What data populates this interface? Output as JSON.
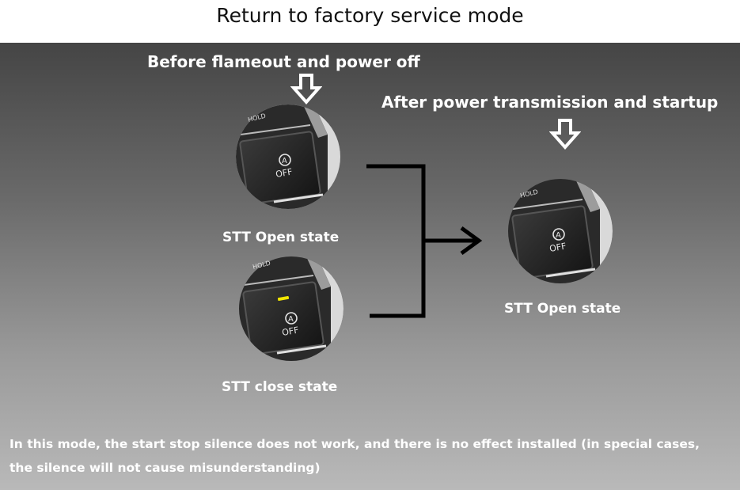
{
  "title": "Return to factory service mode",
  "before_heading": "Before flameout and power off",
  "after_heading": "After power transmission and startup",
  "buttons": [
    {
      "state_label": "STT Open state",
      "hold_text": "HOLD",
      "icon_letter": "A",
      "icon_off": "OFF",
      "indicator_lit": false
    },
    {
      "state_label": "STT close state",
      "hold_text": "HOLD",
      "icon_letter": "A",
      "icon_off": "OFF",
      "indicator_lit": true
    },
    {
      "state_label": "STT Open state",
      "hold_text": "HOLD",
      "icon_letter": "A",
      "icon_off": "OFF",
      "indicator_lit": false
    }
  ],
  "note": "In this mode, the start stop silence does not work, and there is no effect installed (in special cases, the silence will not cause misunderstanding)",
  "colors": {
    "indicator": "#f2e600",
    "text": "#ffffff",
    "arrow": "#000000"
  }
}
